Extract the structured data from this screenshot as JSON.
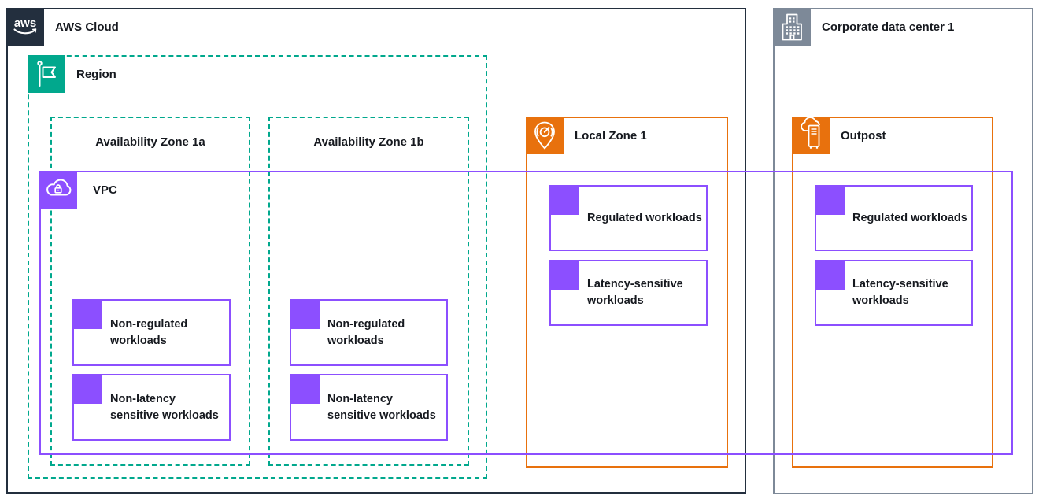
{
  "colors": {
    "aws_cloud_dark": "#232F3E",
    "region_teal": "#01A88D",
    "vpc_purple": "#8C4FFF",
    "zone_orange": "#E8710D",
    "datacenter_gray": "#7D8998",
    "text": "#16191F",
    "background": "#FFFFFF"
  },
  "groups": {
    "aws_cloud": {
      "label": "AWS Cloud"
    },
    "region": {
      "label": "Region"
    },
    "az_1a": {
      "label": "Availability Zone 1a"
    },
    "az_1b": {
      "label": "Availability Zone 1b"
    },
    "vpc": {
      "label": "VPC"
    },
    "local_zone": {
      "label": "Local Zone 1"
    },
    "corporate_dc": {
      "label": "Corporate data center 1"
    },
    "outpost": {
      "label": "Outpost"
    }
  },
  "workloads": {
    "az_1a": [
      {
        "label": "Non-regulated workloads"
      },
      {
        "label": "Non-latency sensitive workloads"
      }
    ],
    "az_1b": [
      {
        "label": "Non-regulated workloads"
      },
      {
        "label": "Non-latency sensitive workloads"
      }
    ],
    "local_zone": [
      {
        "label": "Regulated workloads"
      },
      {
        "label": "Latency-sensitive workloads"
      }
    ],
    "outpost": [
      {
        "label": "Regulated workloads"
      },
      {
        "label": "Latency-sensitive workloads"
      }
    ]
  }
}
